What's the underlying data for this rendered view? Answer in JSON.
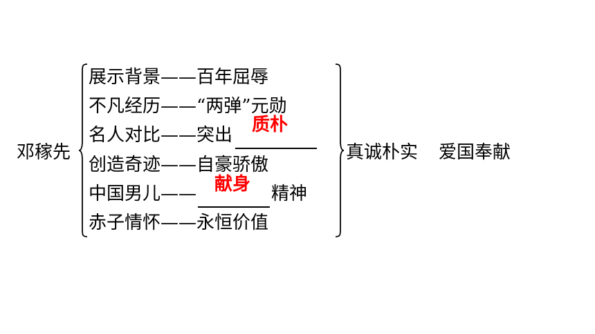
{
  "subject": "邓稼先",
  "rows": [
    {
      "left": "展示背景",
      "dash": "——",
      "right": "百年屈辱"
    },
    {
      "left": "不凡经历",
      "dash": "——",
      "right": "“两弹”元勋"
    },
    {
      "left": "名人对比",
      "dash": "——",
      "right": "突出",
      "answer": "质朴"
    },
    {
      "left": "创造奇迹",
      "dash": "——",
      "right": "自豪骄傲"
    },
    {
      "left": "中国男儿",
      "dash": "——",
      "answer": "献身",
      "right_after": "精神"
    },
    {
      "left": "赤子情怀",
      "dash": "——",
      "right": "永恒价值"
    }
  ],
  "summary": {
    "part1": "真诚朴实",
    "part2": "爱国奉献"
  },
  "colors": {
    "text": "#000000",
    "answer": "#ff0000"
  }
}
